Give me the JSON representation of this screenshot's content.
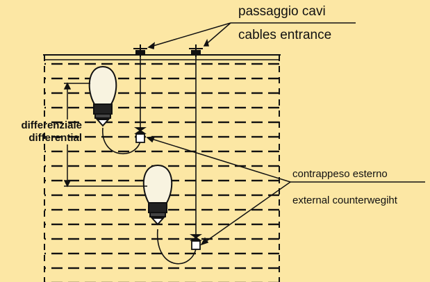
{
  "labels": {
    "passaggio_cavi": "passaggio cavi",
    "cables_entrance": "cables entrance",
    "differenziale": "differenziale",
    "differential": "differential",
    "contrappeso_esterno": "contrappeso esterno",
    "external_counterweight": "external counterwegiht"
  },
  "colors": {
    "background": "#fce7a4",
    "ink": "#111111",
    "float_body": "#f8f3e0"
  },
  "icons": [
    "float-switch-icon",
    "counterweight-icon",
    "cable-entry-icon"
  ]
}
